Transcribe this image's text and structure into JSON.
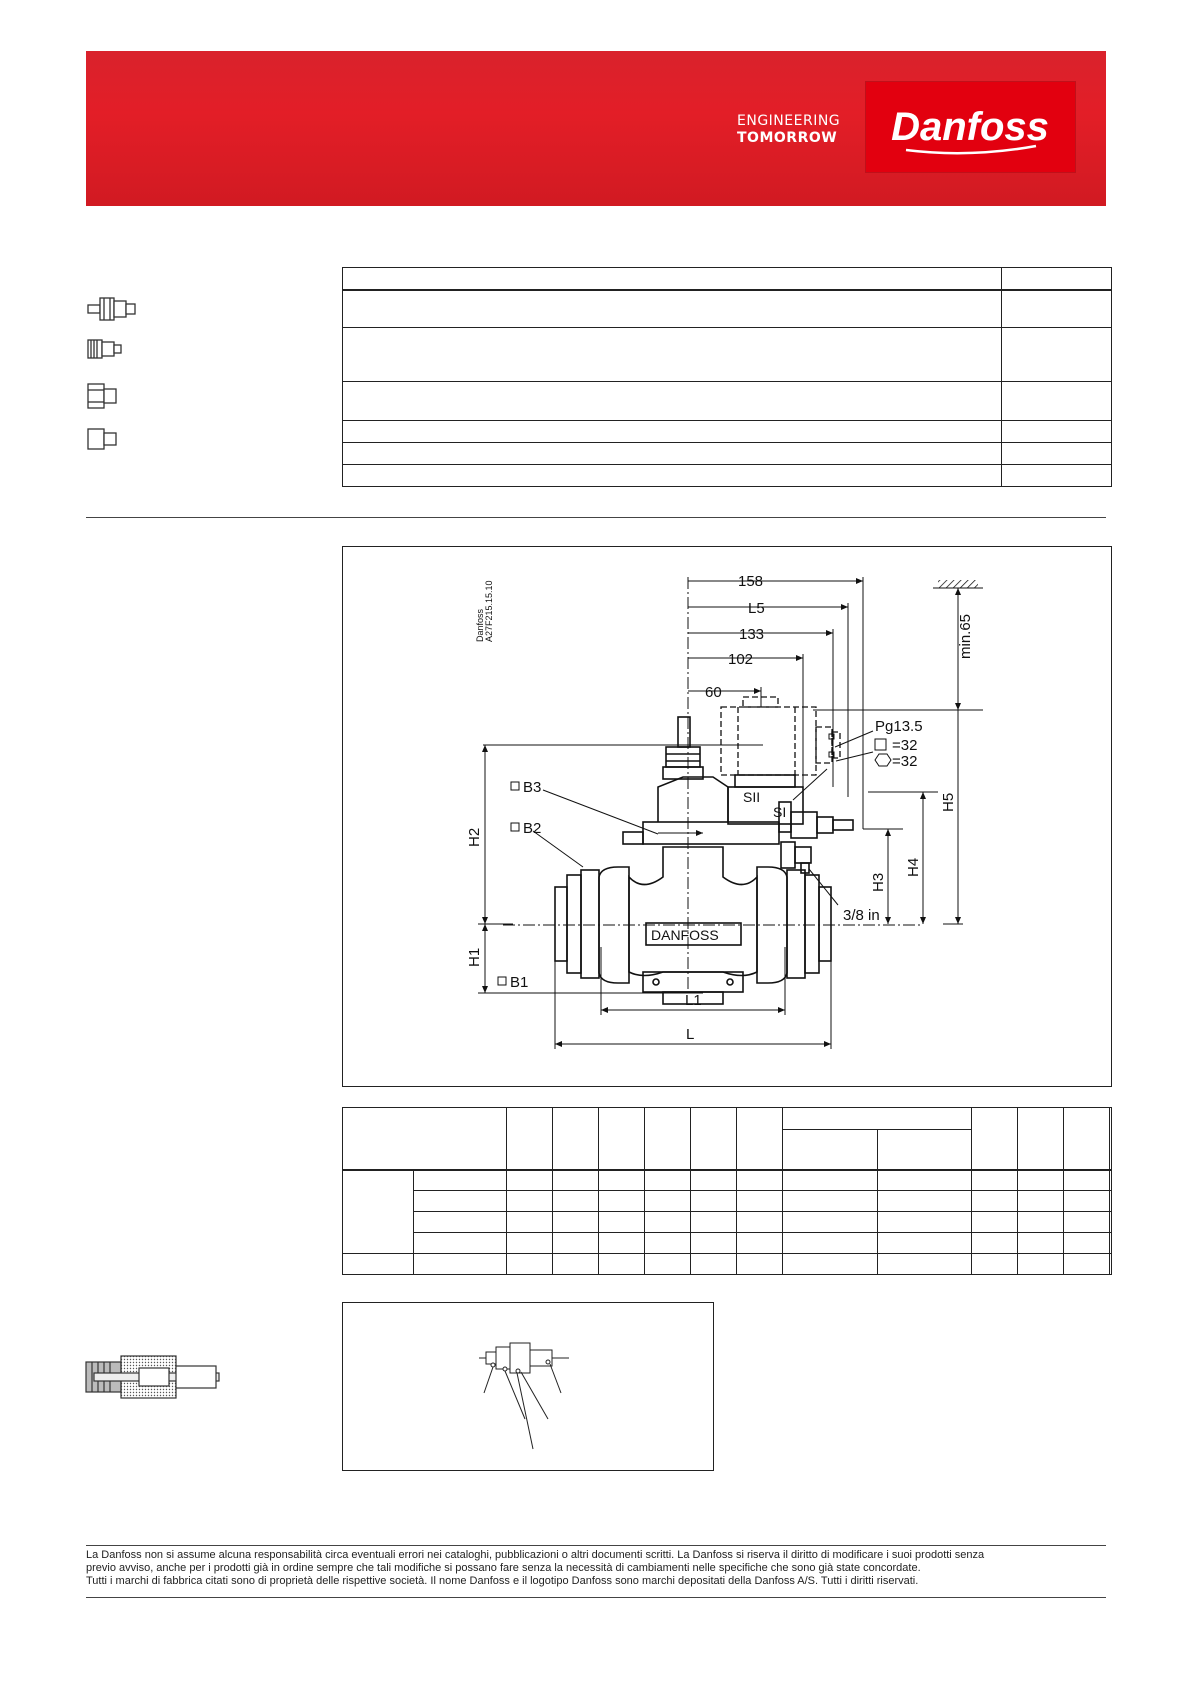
{
  "header": {
    "tagline_line1": "ENGINEERING",
    "tagline_line2": "TOMORROW",
    "logo_text": "Danfoss"
  },
  "drawing": {
    "ref": "Danfoss\nA27F215.15.10",
    "dims": {
      "d158": "158",
      "L5": "L5",
      "d133": "133",
      "d102": "102",
      "d60": "60",
      "min65": "min.65",
      "pg": "Pg13.5",
      "sq32": "=32",
      "hex32": "=32",
      "H2": "H2",
      "H1": "H1",
      "H3": "H3",
      "H4": "H4",
      "H5": "H5",
      "B3": "B3",
      "B2": "B2",
      "B1": "B1",
      "SII": "SII",
      "SI": "SI",
      "pipe": "3/8 in",
      "L1": "L1",
      "L": "L",
      "body_label": "DANFOSS"
    }
  },
  "footer": {
    "line1": "La Danfoss non si assume alcuna responsabilità circa eventuali errori nei cataloghi, pubblicazioni o altri documenti scritti. La Danfoss si riserva il diritto di modificare i suoi prodotti senza",
    "line2": "previo avviso, anche per i prodotti già in ordine sempre che tali modifiche si possano fare senza la necessità di cambiamenti nelle specifiche che sono già state concordate.",
    "line3": "Tutti i marchi di fabbrica citati sono di proprietà delle rispettive società. Il nome Danfoss e il logotipo Danfoss sono marchi depositati della Danfoss A/S. Tutti i diritti riservati."
  }
}
